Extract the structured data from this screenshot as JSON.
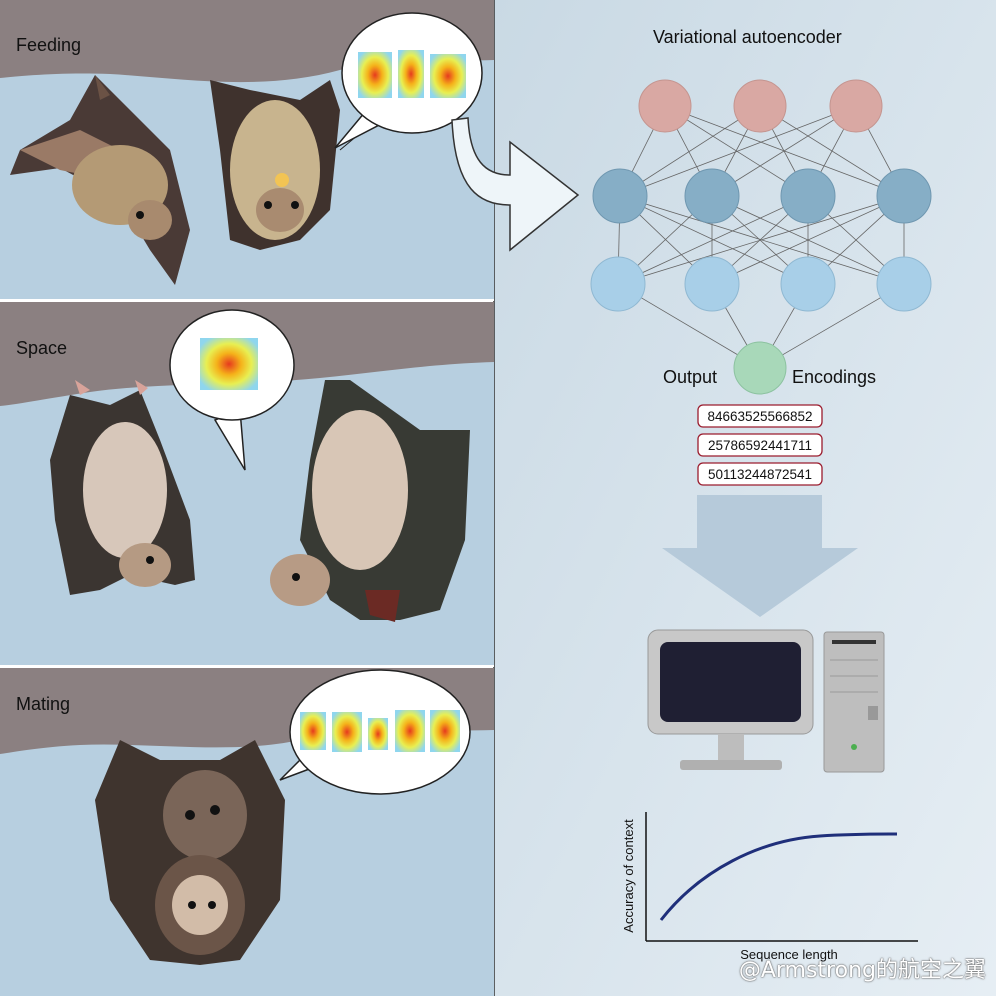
{
  "panels": {
    "feeding": {
      "label": "Feeding"
    },
    "space": {
      "label": "Space"
    },
    "mating": {
      "label": "Mating"
    }
  },
  "network": {
    "title": "Variational autoencoder",
    "output_label": "Output",
    "encodings_label": "Encodings",
    "codes": [
      "84663525566852",
      "25786592441711",
      "50113244872541"
    ]
  },
  "plot": {
    "ylabel": "Accuracy of context",
    "xlabel": "Sequence length"
  },
  "colors": {
    "panel_bg": "#b8d0e0",
    "right_bg": "#cfdde7",
    "branch": "#8a7f80",
    "top_nodes": "#d9a8a3",
    "mid_nodes": "#8cb2c9",
    "low_nodes": "#a8cfe6",
    "encoding_node": "#a8d8b9",
    "curve": "#1f2f7a",
    "code_border": "#9b1c2e"
  },
  "watermark": "@Armstrong的航空之翼"
}
